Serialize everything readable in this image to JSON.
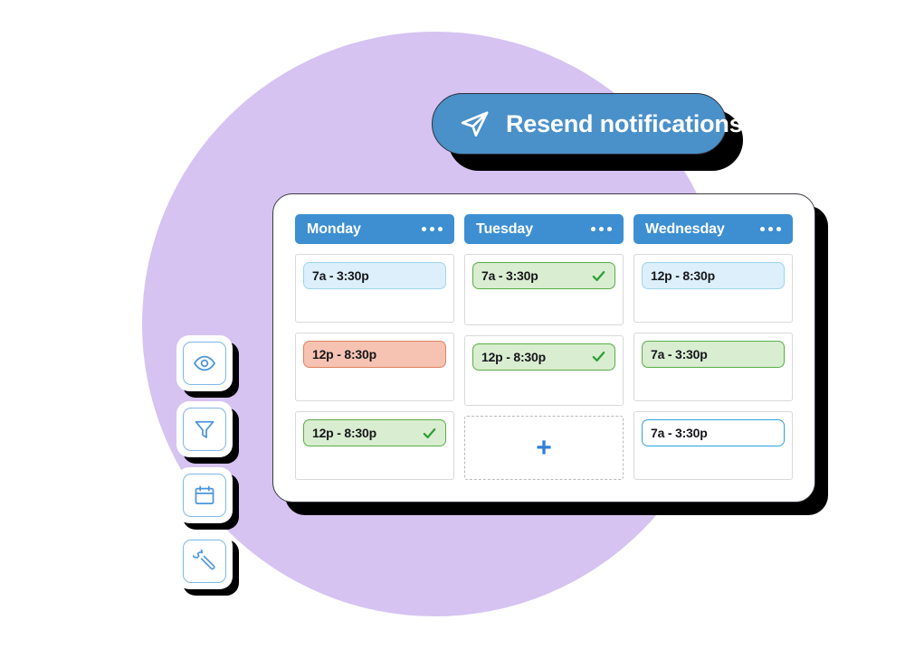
{
  "decor": {
    "circle_color": "#D6C3F1"
  },
  "resend_button": {
    "label": "Resend notifications",
    "icon": "paper-plane-icon",
    "background": "#4A90C9",
    "text_color": "#FFFFFF"
  },
  "calendar": {
    "header_color": "#3D8FD1",
    "menu_icon": "kebab-menu-icon",
    "add_icon": "plus-icon",
    "columns": [
      {
        "day": "Monday",
        "cells": [
          {
            "type": "shift",
            "time": "7a - 3:30p",
            "style": "blue",
            "checked": false
          },
          {
            "type": "shift",
            "time": "12p - 8:30p",
            "style": "red",
            "checked": false
          },
          {
            "type": "shift",
            "time": "12p - 8:30p",
            "style": "green",
            "checked": true
          }
        ]
      },
      {
        "day": "Tuesday",
        "cells": [
          {
            "type": "shift",
            "time": "7a - 3:30p",
            "style": "green",
            "checked": true
          },
          {
            "type": "shift",
            "time": "12p - 8:30p",
            "style": "green",
            "checked": true
          },
          {
            "type": "add",
            "time": "+",
            "style": "dashed",
            "checked": false
          }
        ]
      },
      {
        "day": "Wednesday",
        "cells": [
          {
            "type": "shift",
            "time": "12p - 8:30p",
            "style": "blue",
            "checked": false
          },
          {
            "type": "shift",
            "time": "7a - 3:30p",
            "style": "green",
            "checked": false
          },
          {
            "type": "shift",
            "time": "7a - 3:30p",
            "style": "outline",
            "checked": false
          }
        ]
      }
    ]
  },
  "rail": {
    "items": [
      {
        "name": "visibility",
        "icon": "eye-icon"
      },
      {
        "name": "filter",
        "icon": "funnel-icon"
      },
      {
        "name": "schedule",
        "icon": "calendar-icon"
      },
      {
        "name": "tools",
        "icon": "wrench-icon"
      }
    ]
  }
}
